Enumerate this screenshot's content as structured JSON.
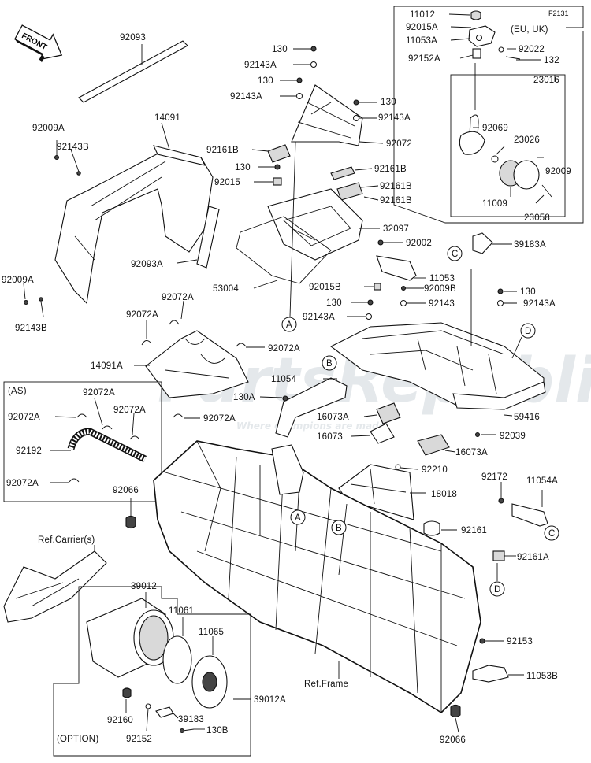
{
  "figure_code": "F2131",
  "front_label": "FRONT",
  "region_label": "(EU, UK)",
  "as_label": "(AS)",
  "option_label": "(OPTION)",
  "ref_carrier": "Ref.Carrier(s)",
  "ref_frame": "Ref.Frame",
  "watermark": {
    "main": "PartsRepublik",
    "tagline": "Where champions are made"
  },
  "markers": {
    "A": "A",
    "B": "B",
    "C": "C",
    "D": "D"
  },
  "labels": {
    "p11012": "11012",
    "p92015A_top": "92015A",
    "p11053A": "11053A",
    "p92022": "92022",
    "p92152A": "92152A",
    "p132": "132",
    "p23016": "23016",
    "p92069": "92069",
    "p23026": "23026",
    "p92009_r": "92009",
    "p11009": "11009",
    "p23058": "23058",
    "p92093": "92093",
    "p130_1": "130",
    "p92143A_1": "92143A",
    "p130_2": "130",
    "p92143A_2": "92143A",
    "p130_3": "130",
    "p92143A_3": "92143A",
    "p92072": "92072",
    "p92009A_1": "92009A",
    "p92143B_1": "92143B",
    "p14091": "14091",
    "p92161B_1": "92161B",
    "p130_4": "130",
    "p92015": "92015",
    "p92161B_2": "92161B",
    "p92161B_3": "92161B",
    "p92161B_4": "92161B",
    "p32097": "32097",
    "p92093A": "92093A",
    "p92009A_2": "92009A",
    "p92143B_2": "92143B",
    "p53004": "53004",
    "p92002": "92002",
    "p39183A": "39183A",
    "p11053": "11053",
    "p92015B": "92015B",
    "p92009B": "92009B",
    "p130_5": "130",
    "p130_6": "130",
    "p92143": "92143",
    "p92143A_4": "92143A",
    "p92143A_5": "92143A",
    "p92072A_1": "92072A",
    "p92072A_2": "92072A",
    "p92072A_3": "92072A",
    "p14091A": "14091A",
    "p11054": "11054",
    "p130A": "130A",
    "p92072A_4": "92072A",
    "p16073A_1": "16073A",
    "p59416": "59416",
    "p16073": "16073",
    "p92039": "92039",
    "p16073A_2": "16073A",
    "p92072A_as1": "92072A",
    "p92072A_as2": "92072A",
    "p92072A_as3": "92072A",
    "p92192": "92192",
    "p92072A_as4": "92072A",
    "p92210": "92210",
    "p92172": "92172",
    "p11054A": "11054A",
    "p18018": "18018",
    "p92066_1": "92066",
    "p92161": "92161",
    "p92161A": "92161A",
    "p39012": "39012",
    "p11061": "11061",
    "p11065": "11065",
    "p92153": "92153",
    "p11053B": "11053B",
    "p39012A": "39012A",
    "p92160": "92160",
    "p39183": "39183",
    "p92152": "92152",
    "p130B": "130B",
    "p92066_2": "92066"
  }
}
